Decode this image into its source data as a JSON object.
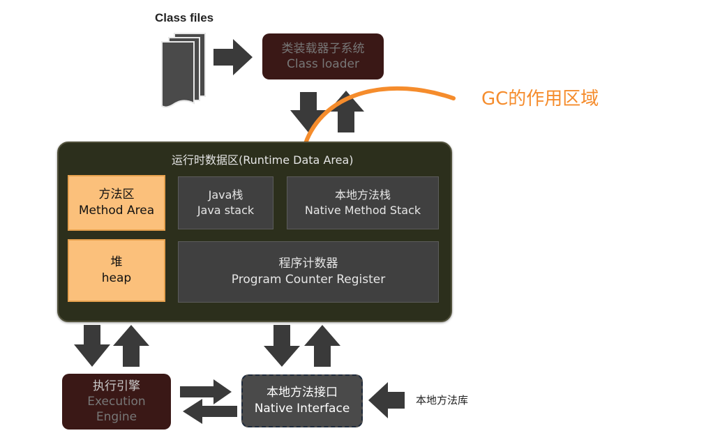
{
  "labels": {
    "class_files": "Class files",
    "gc_area": "GC的作用区域",
    "native_library": "本地方法库"
  },
  "class_loader": {
    "zh": "类装载器子系统",
    "en": "Class loader"
  },
  "runtime_area": {
    "title": "运行时数据区(Runtime Data Area)",
    "method_area": {
      "zh": "方法区",
      "en": "Method Area"
    },
    "heap": {
      "zh": "堆",
      "en": "heap"
    },
    "java_stack": {
      "zh": "Java栈",
      "en": "Java stack"
    },
    "native_method_stack": {
      "zh": "本地方法栈",
      "en": "Native Method Stack"
    },
    "program_counter": {
      "zh": "程序计数器",
      "en": "Program Counter Register"
    }
  },
  "execution_engine": {
    "zh": "执行引擎",
    "en1": "Execution",
    "en2": "Engine"
  },
  "native_interface": {
    "zh": "本地方法接口",
    "en": "Native Interface"
  },
  "colors": {
    "gc_orange": "#f58c2c",
    "highlight_fill": "#fbc07b",
    "dark_box": "#404040",
    "maroon": "#3a1816",
    "runtime_bg": "#2c2f1c",
    "arrow": "#3a3a3a"
  }
}
